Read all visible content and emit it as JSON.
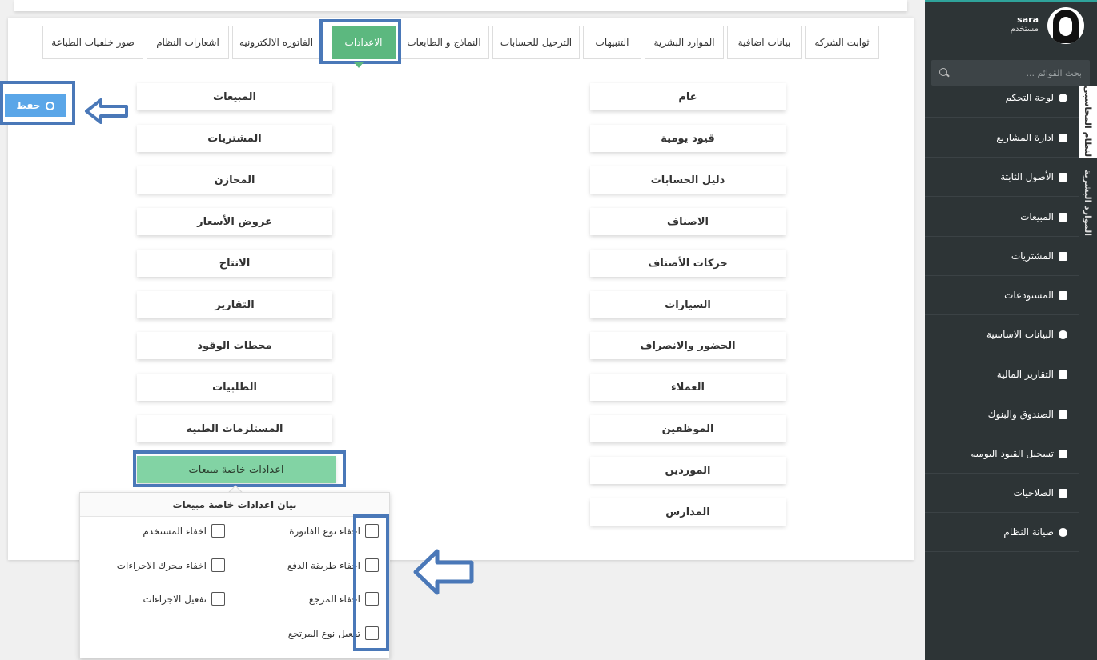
{
  "tabs": [
    {
      "label": "ثوابت الشركه"
    },
    {
      "label": "بيانات اضافية"
    },
    {
      "label": "الموارد البشرية"
    },
    {
      "label": "التنبيهات"
    },
    {
      "label": "الترحيل للحسابات"
    },
    {
      "label": "النماذج و الطابعات"
    },
    {
      "label": "الاعدادات"
    },
    {
      "label": "الفاتوره الالكترونيه"
    },
    {
      "label": "اشعارات النظام"
    },
    {
      "label": "صور خلفيات الطباعة"
    }
  ],
  "left_column": [
    {
      "label": "المبيعات"
    },
    {
      "label": "المشتريات"
    },
    {
      "label": "المخازن"
    },
    {
      "label": "عروض الأسعار"
    },
    {
      "label": "الانتاج"
    },
    {
      "label": "التقارير"
    },
    {
      "label": "محطات الوقود"
    },
    {
      "label": "الطلبيات"
    },
    {
      "label": "المستلزمات الطبيه"
    },
    {
      "label": "اعدادات خاصة مبيعات"
    }
  ],
  "right_column": [
    {
      "label": "عام"
    },
    {
      "label": "قيود يومية"
    },
    {
      "label": "دليل الحسابات"
    },
    {
      "label": "الاصناف"
    },
    {
      "label": "حركات الأصناف"
    },
    {
      "label": "السيارات"
    },
    {
      "label": "الحضور والانصراف"
    },
    {
      "label": "العملاء"
    },
    {
      "label": "الموظفين"
    },
    {
      "label": "الموردين"
    },
    {
      "label": "المدارس"
    }
  ],
  "save_button": {
    "label": "حفظ"
  },
  "popup": {
    "title": "بيان اعدادات خاصة مبيعات",
    "right_options": [
      {
        "label": "اخفاء نوع الفاتورة"
      },
      {
        "label": "اخفاء طريقة الدفع"
      },
      {
        "label": "اخفاء المرجع"
      },
      {
        "label": "تفعيل نوع المرتجع"
      }
    ],
    "left_options": [
      {
        "label": "اخفاء المستخدم"
      },
      {
        "label": "اخفاء محرك الاجراءات"
      },
      {
        "label": "تفعيل الاجراءات"
      }
    ]
  },
  "user": {
    "name": "sara",
    "role": "مستخدم"
  },
  "search": {
    "placeholder": "بحث القوائم ..."
  },
  "sidebar_tabs": [
    {
      "label": "النظام المحاسبي"
    },
    {
      "label": "الموارد البشرية"
    }
  ],
  "menu": [
    {
      "label": "لوحة التحكم",
      "icon": "dashboard-icon"
    },
    {
      "label": "ادارة المشاريع",
      "icon": "handshake-icon"
    },
    {
      "label": "الأصول الثابتة",
      "icon": "file-icon"
    },
    {
      "label": "المبيعات",
      "icon": "truck-icon"
    },
    {
      "label": "المشتريات",
      "icon": "money-icon"
    },
    {
      "label": "المستودعات",
      "icon": "archive-icon"
    },
    {
      "label": "البيانات الاساسية",
      "icon": "info-icon"
    },
    {
      "label": "التقارير المالية",
      "icon": "file-icon"
    },
    {
      "label": "الصندوق والبنوك",
      "icon": "money-icon"
    },
    {
      "label": "تسجيل القيود اليوميه",
      "icon": "file-icon"
    },
    {
      "label": "الصلاحيات",
      "icon": "user-lock-icon"
    },
    {
      "label": "صيانة النظام",
      "icon": "gear-icon"
    }
  ],
  "colors": {
    "active_tab": "#5cb87f",
    "highlight_frame": "#4a78b8",
    "save_button": "#5aa6e8",
    "sidebar_bg": "#2d3436",
    "selected_section": "#82d3a4"
  }
}
